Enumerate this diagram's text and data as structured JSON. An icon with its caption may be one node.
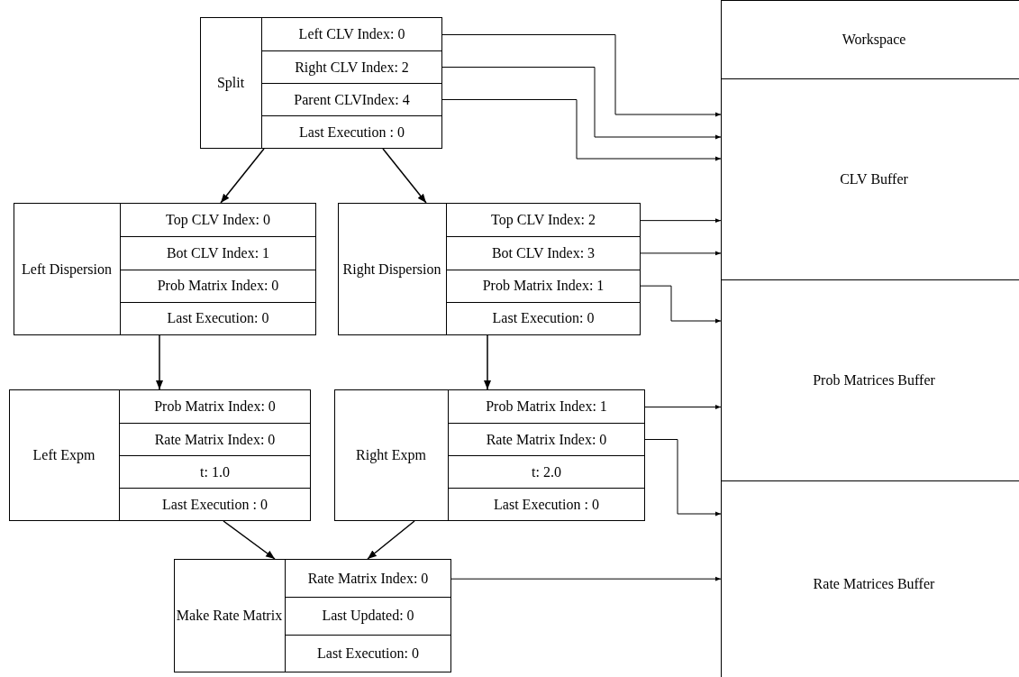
{
  "diagram": {
    "nodes": [
      {
        "text": [
          "Split"
        ]
      },
      {
        "text": [
          "Left CLV Index: 0"
        ],
        "in": 0
      },
      {
        "text": [
          "Right CLV Index: 2"
        ],
        "in": 0
      },
      {
        "text": [
          "Parent CLVIndex: 4"
        ],
        "in": 0
      },
      {
        "text": [
          "Last Execution : 0"
        ],
        "in": 0
      },
      {
        "text": [
          "Left Dispersion"
        ]
      },
      {
        "text": [
          "Top CLV Index: 0"
        ],
        "in": 5
      },
      {
        "text": [
          "Bot CLV Index: 1"
        ],
        "in": 5
      },
      {
        "text": [
          "Prob Matrix Index: 0"
        ],
        "in": 5
      },
      {
        "text": [
          "Last Execution: 0"
        ],
        "in": 5
      },
      {
        "text": [
          "Right Dispersion"
        ]
      },
      {
        "text": [
          "Top CLV Index: 2"
        ],
        "in": 10
      },
      {
        "text": [
          "Bot CLV Index: 3"
        ],
        "in": 10
      },
      {
        "text": [
          "Prob Matrix Index: 1"
        ],
        "in": 10
      },
      {
        "text": [
          "Last Execution: 0"
        ],
        "in": 10
      },
      {
        "text": [
          "Left Expm"
        ]
      },
      {
        "text": [
          "Prob Matrix Index: 0"
        ],
        "in": 15
      },
      {
        "text": [
          "Rate Matrix Index: 0"
        ],
        "in": 15
      },
      {
        "text": [
          "t: 1.0"
        ],
        "in": 15
      },
      {
        "text": [
          "Last Execution : 0"
        ],
        "in": 15
      },
      {
        "text": [
          "Right Expm"
        ]
      },
      {
        "text": [
          "Prob Matrix Index: 1"
        ],
        "in": 20
      },
      {
        "text": [
          "Rate Matrix Index: 0"
        ],
        "in": 20
      },
      {
        "text": [
          "t: 2.0"
        ],
        "in": 20
      },
      {
        "text": [
          "Last Execution : 0"
        ],
        "in": 20
      },
      {
        "text": [
          "Make Rate Matrix"
        ]
      },
      {
        "text": [
          "Rate Matrix Index: 0"
        ],
        "in": 25
      },
      {
        "text": [
          "Last Updated: 0"
        ],
        "in": 25
      },
      {
        "text": [
          "Last Execution: 0"
        ],
        "in": 25
      },
      {
        "text": [
          "Workspace"
        ]
      },
      {
        "text": [
          "CLV Buffer"
        ]
      },
      {
        "text": [
          "Prob Matrices Buffer"
        ]
      },
      {
        "text": [
          "Rate Matrices Buffer"
        ]
      }
    ],
    "edges": [
      {
        "from": 0,
        "to": 5,
        "arrow": "to"
      },
      {
        "from": 0,
        "to": 10,
        "arrow": "to"
      },
      {
        "from": 1,
        "to": 30,
        "arrow": "to"
      },
      {
        "from": 2,
        "to": 30,
        "arrow": "to"
      },
      {
        "from": 3,
        "to": 30,
        "arrow": "to"
      },
      {
        "from": 5,
        "to": 15,
        "arrow": "to"
      },
      {
        "from": 10,
        "to": 20,
        "arrow": "to"
      },
      {
        "from": 11,
        "to": 30,
        "arrow": "to"
      },
      {
        "from": 12,
        "to": 30,
        "arrow": "to"
      },
      {
        "from": 13,
        "to": 31,
        "arrow": "to"
      },
      {
        "from": 15,
        "to": 25,
        "arrow": "to"
      },
      {
        "from": 20,
        "to": 25,
        "arrow": "to"
      },
      {
        "from": 21,
        "to": 31,
        "arrow": "to"
      },
      {
        "from": 22,
        "to": 32,
        "arrow": "to"
      },
      {
        "from": 26,
        "to": 32,
        "arrow": "to"
      }
    ]
  }
}
